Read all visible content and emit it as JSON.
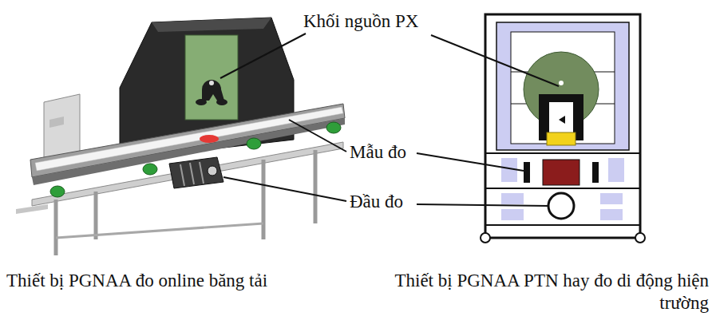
{
  "diagram": {
    "labels": [
      "Khối nguồn PX",
      "Mẫu đo",
      "Đầu đo",
      "Thiết bị PGNAA đo online băng tải",
      "Thiết bị PGNAA PTN hay đo di động hiện trường"
    ]
  }
}
